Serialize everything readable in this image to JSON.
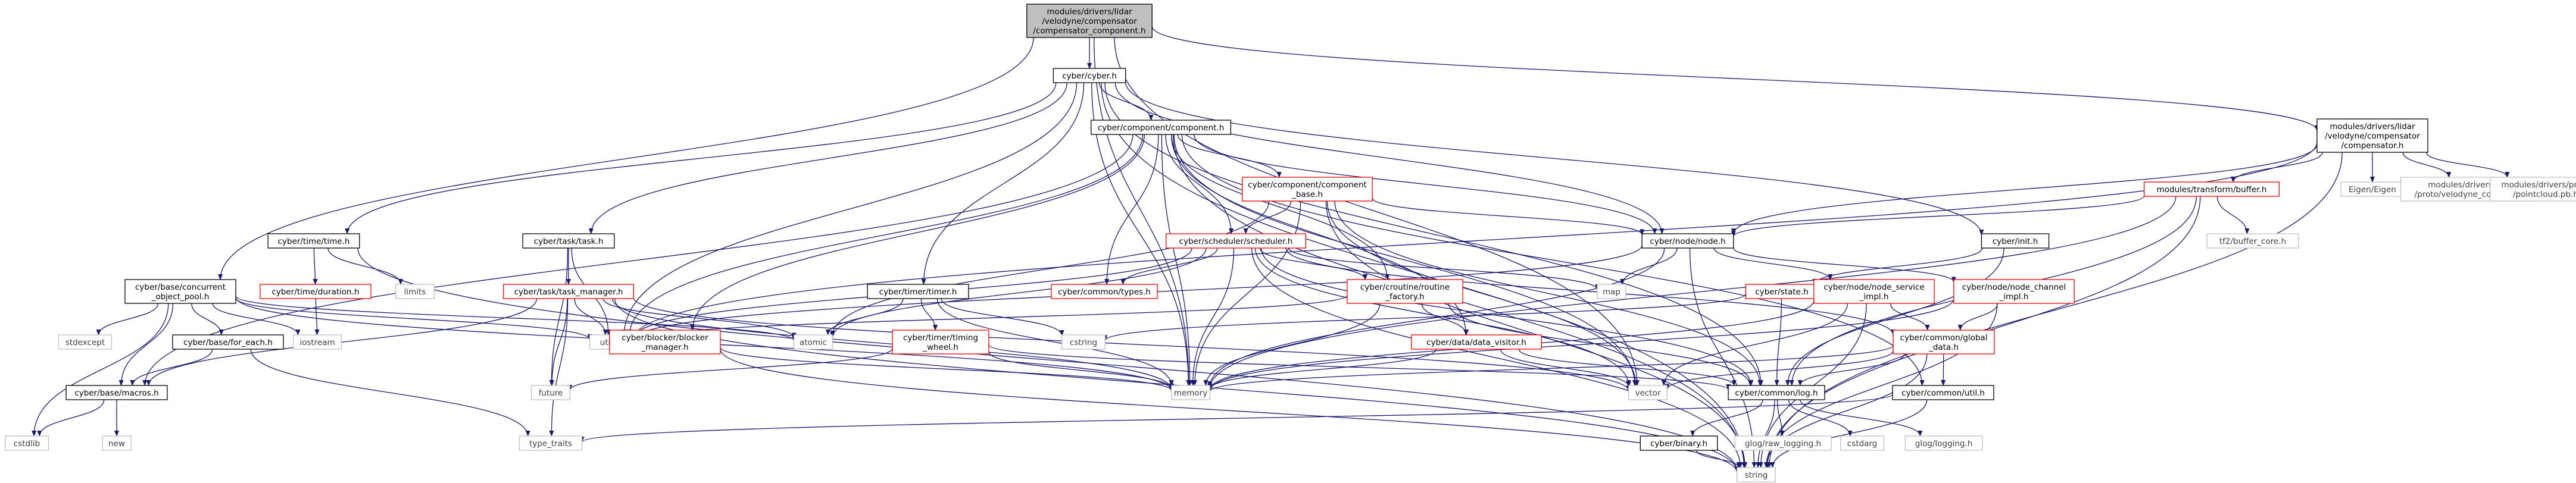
{
  "colors": {
    "edge": "#191970",
    "box_border": "#000000",
    "missing_box_border": "#ff0000",
    "root_fill": "#bfbfbf",
    "std_text": "#404040",
    "std_border": "#bfbfbf",
    "text": "#000000"
  },
  "nodes": [
    {
      "id": "root",
      "kind": "root",
      "lines": [
        "modules/drivers/lidar",
        "/velodyne/compensator",
        "/compensator_component.h"
      ]
    },
    {
      "id": "cyber_h",
      "kind": "file",
      "lines": [
        "cyber/cyber.h"
      ]
    },
    {
      "id": "mod_compensator",
      "kind": "file",
      "lines": [
        "modules/drivers/lidar",
        "/velodyne/compensator",
        "/compensator.h"
      ]
    },
    {
      "id": "component",
      "kind": "file",
      "lines": [
        "cyber/component/component.h"
      ]
    },
    {
      "id": "concurrent_pool",
      "kind": "file",
      "lines": [
        "cyber/base/concurrent",
        "_object_pool.h"
      ]
    },
    {
      "id": "time_h",
      "kind": "file",
      "lines": [
        "cyber/time/time.h"
      ]
    },
    {
      "id": "task_h",
      "kind": "file",
      "lines": [
        "cyber/task/task.h"
      ]
    },
    {
      "id": "component_base",
      "kind": "missing",
      "lines": [
        "cyber/component/component",
        "_base.h"
      ]
    },
    {
      "id": "timer_h",
      "kind": "file",
      "lines": [
        "cyber/timer/timer.h"
      ]
    },
    {
      "id": "scheduler",
      "kind": "missing",
      "lines": [
        "cyber/scheduler/scheduler.h"
      ]
    },
    {
      "id": "node_h",
      "kind": "file",
      "lines": [
        "cyber/node/node.h"
      ]
    },
    {
      "id": "init_h",
      "kind": "file",
      "lines": [
        "cyber/init.h"
      ]
    },
    {
      "id": "transform_buffer",
      "kind": "missing",
      "lines": [
        "modules/transform/buffer.h"
      ]
    },
    {
      "id": "eigen",
      "kind": "std",
      "lines": [
        "Eigen/Eigen"
      ]
    },
    {
      "id": "velodyne_config",
      "kind": "std",
      "lines": [
        "modules/drivers/lidar",
        "/proto/velodyne_config.pb.h"
      ]
    },
    {
      "id": "pointcloud",
      "kind": "std",
      "lines": [
        "modules/drivers/proto",
        "/pointcloud.pb.h"
      ]
    },
    {
      "id": "tf2_buffer",
      "kind": "std",
      "lines": [
        "tf2/buffer_core.h"
      ]
    },
    {
      "id": "limits",
      "kind": "std",
      "lines": [
        "limits"
      ]
    },
    {
      "id": "duration",
      "kind": "missing",
      "lines": [
        "cyber/time/duration.h"
      ]
    },
    {
      "id": "task_manager",
      "kind": "missing",
      "lines": [
        "cyber/task/task_manager.h"
      ]
    },
    {
      "id": "common_types",
      "kind": "missing",
      "lines": [
        "cyber/common/types.h"
      ]
    },
    {
      "id": "routine_factory",
      "kind": "missing",
      "lines": [
        "cyber/croutine/routine",
        "_factory.h"
      ]
    },
    {
      "id": "state_h",
      "kind": "missing",
      "lines": [
        "cyber/state.h"
      ]
    },
    {
      "id": "node_service_impl",
      "kind": "missing",
      "lines": [
        "cyber/node/node_service",
        "_impl.h"
      ]
    },
    {
      "id": "node_channel_impl",
      "kind": "missing",
      "lines": [
        "cyber/node/node_channel",
        "_impl.h"
      ]
    },
    {
      "id": "map",
      "kind": "std",
      "lines": [
        "map"
      ]
    },
    {
      "id": "stdexcept",
      "kind": "std",
      "lines": [
        "stdexcept"
      ]
    },
    {
      "id": "iostream",
      "kind": "std",
      "lines": [
        "iostream"
      ]
    },
    {
      "id": "for_each",
      "kind": "file",
      "lines": [
        "cyber/base/for_each.h"
      ]
    },
    {
      "id": "macros",
      "kind": "file",
      "lines": [
        "cyber/base/macros.h"
      ]
    },
    {
      "id": "cstdlib",
      "kind": "std",
      "lines": [
        "cstdlib"
      ]
    },
    {
      "id": "new",
      "kind": "std",
      "lines": [
        "new"
      ]
    },
    {
      "id": "utility",
      "kind": "std",
      "lines": [
        "utility"
      ]
    },
    {
      "id": "blocker_manager",
      "kind": "missing",
      "lines": [
        "cyber/blocker/blocker",
        "_manager.h"
      ]
    },
    {
      "id": "atomic",
      "kind": "std",
      "lines": [
        "atomic"
      ]
    },
    {
      "id": "timing_wheel",
      "kind": "missing",
      "lines": [
        "cyber/timer/timing",
        "_wheel.h"
      ]
    },
    {
      "id": "future",
      "kind": "std",
      "lines": [
        "future"
      ]
    },
    {
      "id": "type_traits",
      "kind": "std",
      "lines": [
        "type_traits"
      ]
    },
    {
      "id": "cstring",
      "kind": "std",
      "lines": [
        "cstring"
      ]
    },
    {
      "id": "data_visitor",
      "kind": "missing",
      "lines": [
        "cyber/data/data_visitor.h"
      ]
    },
    {
      "id": "global_data",
      "kind": "missing",
      "lines": [
        "cyber/common/global",
        "_data.h"
      ]
    },
    {
      "id": "common_util",
      "kind": "file",
      "lines": [
        "cyber/common/util.h"
      ]
    },
    {
      "id": "memory",
      "kind": "std",
      "lines": [
        "memory"
      ]
    },
    {
      "id": "vector",
      "kind": "std",
      "lines": [
        "vector"
      ]
    },
    {
      "id": "common_log",
      "kind": "file",
      "lines": [
        "cyber/common/log.h"
      ]
    },
    {
      "id": "binary",
      "kind": "file",
      "lines": [
        "cyber/binary.h"
      ]
    },
    {
      "id": "glograw",
      "kind": "std",
      "lines": [
        "glog/raw_logging.h"
      ]
    },
    {
      "id": "cstdarg",
      "kind": "std",
      "lines": [
        "cstdarg"
      ]
    },
    {
      "id": "glogging",
      "kind": "std",
      "lines": [
        "glog/logging.h"
      ]
    },
    {
      "id": "string",
      "kind": "std",
      "lines": [
        "string"
      ]
    }
  ],
  "edges": [
    [
      "root",
      "cyber_h"
    ],
    [
      "root",
      "mod_compensator"
    ],
    [
      "root",
      "concurrent_pool"
    ],
    [
      "root",
      "memory"
    ],
    [
      "root",
      "vector"
    ],
    [
      "cyber_h",
      "component"
    ],
    [
      "cyber_h",
      "time_h"
    ],
    [
      "cyber_h",
      "task_h"
    ],
    [
      "cyber_h",
      "timer_h"
    ],
    [
      "cyber_h",
      "node_h"
    ],
    [
      "cyber_h",
      "init_h"
    ],
    [
      "cyber_h",
      "common_log"
    ],
    [
      "cyber_h",
      "memory"
    ],
    [
      "cyber_h",
      "string"
    ],
    [
      "cyber_h",
      "utility"
    ],
    [
      "mod_compensator",
      "transform_buffer"
    ],
    [
      "mod_compensator",
      "eigen"
    ],
    [
      "mod_compensator",
      "velodyne_config"
    ],
    [
      "mod_compensator",
      "pointcloud"
    ],
    [
      "mod_compensator",
      "node_h"
    ],
    [
      "mod_compensator",
      "utility"
    ],
    [
      "mod_compensator",
      "string"
    ],
    [
      "component",
      "component_base"
    ],
    [
      "component",
      "scheduler"
    ],
    [
      "component",
      "common_types"
    ],
    [
      "component",
      "routine_factory"
    ],
    [
      "component",
      "data_visitor"
    ],
    [
      "component",
      "node_h"
    ],
    [
      "component",
      "blocker_manager"
    ],
    [
      "component",
      "memory"
    ],
    [
      "component",
      "vector"
    ],
    [
      "component",
      "utility"
    ],
    [
      "component",
      "macros"
    ],
    [
      "component",
      "common_util"
    ],
    [
      "component",
      "string"
    ],
    [
      "component_base",
      "scheduler"
    ],
    [
      "component_base",
      "node_h"
    ],
    [
      "component_base",
      "atomic"
    ],
    [
      "component_base",
      "memory"
    ],
    [
      "component_base",
      "vector"
    ],
    [
      "component_base",
      "common_log"
    ],
    [
      "component_base",
      "string"
    ],
    [
      "scheduler",
      "common_types"
    ],
    [
      "scheduler",
      "routine_factory"
    ],
    [
      "scheduler",
      "map"
    ],
    [
      "scheduler",
      "atomic"
    ],
    [
      "scheduler",
      "memory"
    ],
    [
      "scheduler",
      "vector"
    ],
    [
      "scheduler",
      "global_data"
    ],
    [
      "scheduler",
      "utility"
    ],
    [
      "scheduler",
      "common_log"
    ],
    [
      "scheduler",
      "string"
    ],
    [
      "time_h",
      "duration"
    ],
    [
      "time_h",
      "limits"
    ],
    [
      "time_h",
      "string"
    ],
    [
      "duration",
      "iostream"
    ],
    [
      "task_h",
      "task_manager"
    ],
    [
      "task_h",
      "future"
    ],
    [
      "task_h",
      "utility"
    ],
    [
      "task_manager",
      "atomic"
    ],
    [
      "task_manager",
      "future"
    ],
    [
      "task_manager",
      "memory"
    ],
    [
      "task_manager",
      "type_traits"
    ],
    [
      "task_manager",
      "utility"
    ],
    [
      "task_manager",
      "vector"
    ],
    [
      "task_manager",
      "string"
    ],
    [
      "task_manager",
      "macros"
    ],
    [
      "timer_h",
      "timing_wheel"
    ],
    [
      "timer_h",
      "atomic"
    ],
    [
      "timer_h",
      "memory"
    ],
    [
      "timer_h",
      "cstring"
    ],
    [
      "timing_wheel",
      "future"
    ],
    [
      "timing_wheel",
      "memory"
    ],
    [
      "timing_wheel",
      "common_log"
    ],
    [
      "node_h",
      "node_service_impl"
    ],
    [
      "node_h",
      "node_channel_impl"
    ],
    [
      "node_h",
      "map"
    ],
    [
      "node_h",
      "memory"
    ],
    [
      "node_h",
      "utility"
    ],
    [
      "node_h",
      "string"
    ],
    [
      "init_h",
      "state_h"
    ],
    [
      "init_h",
      "common_log"
    ],
    [
      "state_h",
      "common_log"
    ],
    [
      "state_h",
      "cstring"
    ],
    [
      "node_service_impl",
      "global_data"
    ],
    [
      "node_service_impl",
      "memory"
    ],
    [
      "node_service_impl",
      "vector"
    ],
    [
      "node_service_impl",
      "string"
    ],
    [
      "node_channel_impl",
      "global_data"
    ],
    [
      "node_channel_impl",
      "memory"
    ],
    [
      "node_channel_impl",
      "string"
    ],
    [
      "routine_factory",
      "data_visitor"
    ],
    [
      "routine_factory",
      "common_log"
    ],
    [
      "routine_factory",
      "memory"
    ],
    [
      "routine_factory",
      "utility"
    ],
    [
      "data_visitor",
      "vector"
    ],
    [
      "data_visitor",
      "memory"
    ],
    [
      "data_visitor",
      "common_log"
    ],
    [
      "global_data",
      "common_log"
    ],
    [
      "global_data",
      "common_util"
    ],
    [
      "global_data",
      "memory"
    ],
    [
      "global_data",
      "vector"
    ],
    [
      "global_data",
      "string"
    ],
    [
      "common_util",
      "type_traits"
    ],
    [
      "common_util",
      "string"
    ],
    [
      "common_log",
      "binary"
    ],
    [
      "common_log",
      "glograw"
    ],
    [
      "common_log",
      "cstdarg"
    ],
    [
      "common_log",
      "glogging"
    ],
    [
      "common_log",
      "string"
    ],
    [
      "binary",
      "string"
    ],
    [
      "concurrent_pool",
      "for_each"
    ],
    [
      "concurrent_pool",
      "macros"
    ],
    [
      "concurrent_pool",
      "stdexcept"
    ],
    [
      "concurrent_pool",
      "iostream"
    ],
    [
      "concurrent_pool",
      "cstdlib"
    ],
    [
      "concurrent_pool",
      "memory"
    ],
    [
      "concurrent_pool",
      "utility"
    ],
    [
      "concurrent_pool",
      "atomic"
    ],
    [
      "for_each",
      "macros"
    ],
    [
      "for_each",
      "type_traits"
    ],
    [
      "macros",
      "cstdlib"
    ],
    [
      "macros",
      "new"
    ],
    [
      "blocker_manager",
      "memory"
    ],
    [
      "blocker_manager",
      "string"
    ],
    [
      "transform_buffer",
      "tf2_buffer"
    ],
    [
      "transform_buffer",
      "common_log"
    ],
    [
      "transform_buffer",
      "node_h"
    ],
    [
      "transform_buffer",
      "string"
    ],
    [
      "transform_buffer",
      "memory"
    ]
  ]
}
